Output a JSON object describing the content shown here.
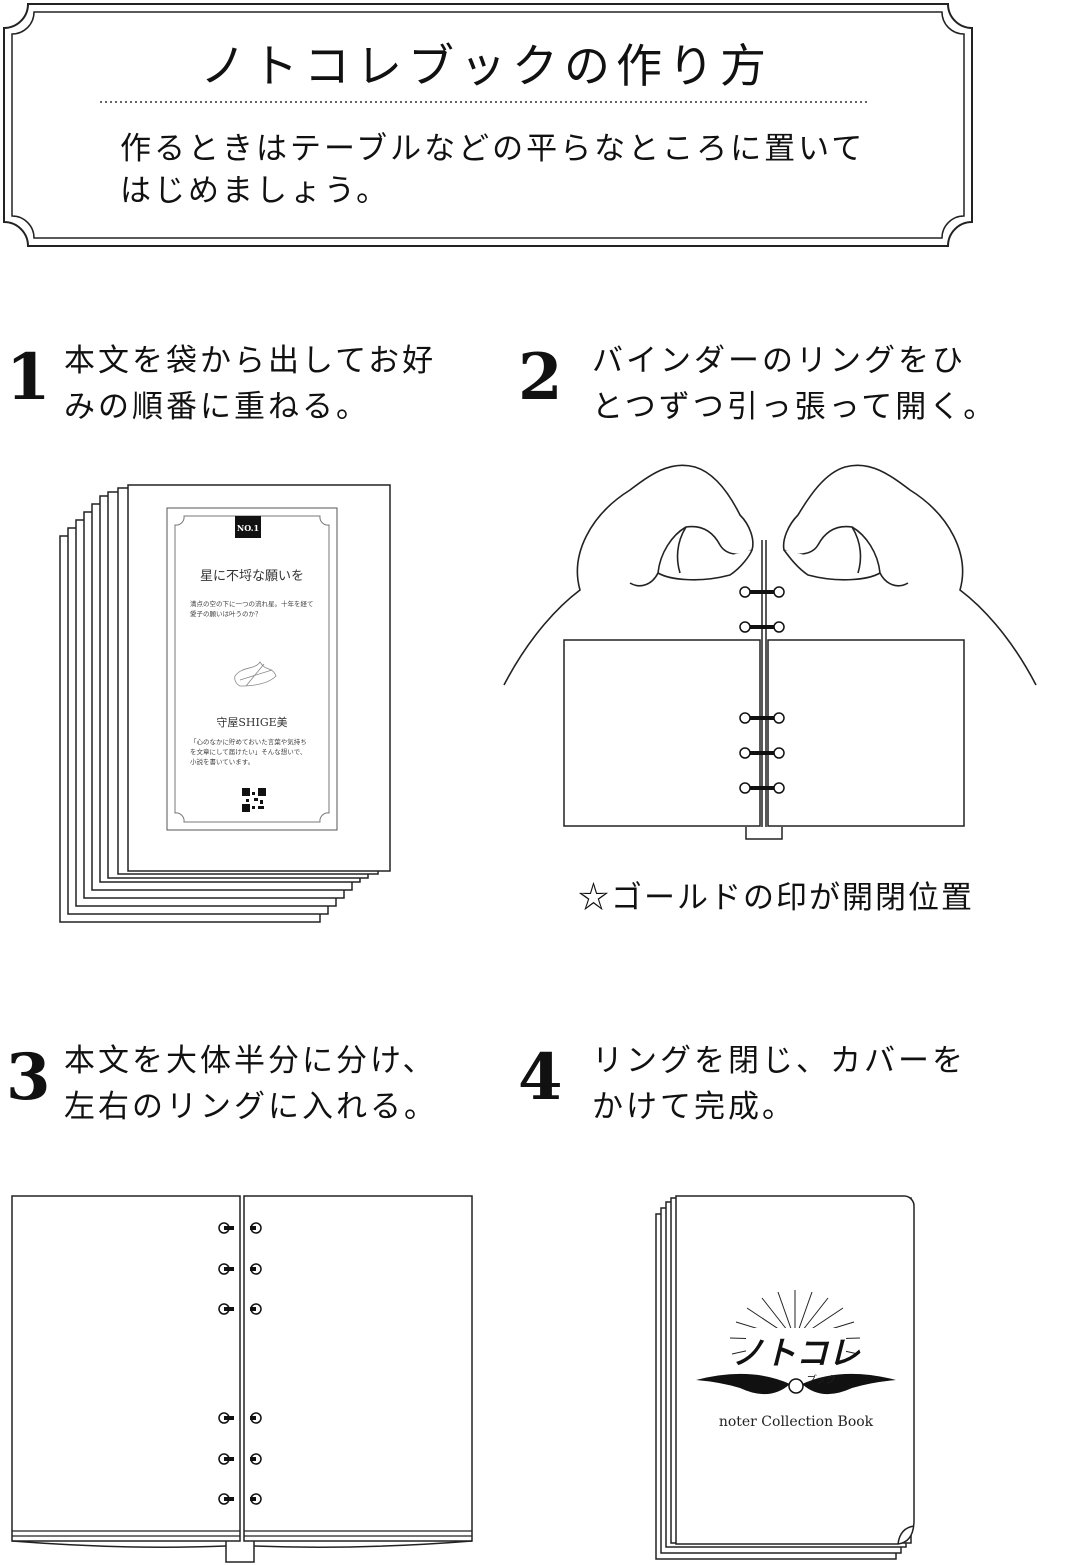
{
  "header": {
    "title": "ノトコレブックの作り方",
    "intro_line1": "作るときはテーブルなどの平らなところに置いて",
    "intro_line2": "はじめましょう。"
  },
  "steps": [
    {
      "number": "1",
      "line1": "本文を袋から出してお好",
      "line2": "みの順番に重ねる。"
    },
    {
      "number": "2",
      "line1": "バインダーのリングをひ",
      "line2": "とつずつ引っ張って開く。"
    },
    {
      "number": "3",
      "line1": "本文を大体半分に分け、",
      "line2": "左右のリングに入れる。"
    },
    {
      "number": "4",
      "line1": "リングを閉じ、カバーを",
      "line2": "かけて完成。"
    }
  ],
  "step2_note": "☆ゴールドの印が開閉位置",
  "page_card": {
    "badge": "NO.1",
    "title": "星に不埒な願いを",
    "desc1": "満点の空の下に一つの流れ星。十年を経て",
    "desc2": "愛子の願いは叶うのか？",
    "author": "守屋SHIGE美",
    "bio1": "「心のなかに貯めておいた言葉や気持ち",
    "bio2": "を文章にして届けたい」そんな想いで、",
    "bio3": "小説を書いています。"
  },
  "cover": {
    "logo_main": "ノトコレ",
    "logo_sub": "ブック",
    "logo_caption": "noter Collection Book"
  }
}
